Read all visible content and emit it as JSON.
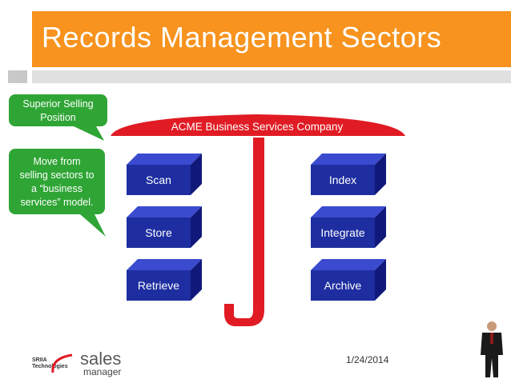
{
  "title": "Records Management Sectors",
  "callouts": [
    {
      "text_lines": [
        "Superior Selling",
        "Position"
      ]
    },
    {
      "text_lines": [
        "Move from",
        "selling sectors to",
        "a “business",
        "services” model."
      ]
    }
  ],
  "umbrella_label": "ACME Business Services Company",
  "sectors_left": [
    "Scan",
    "Store",
    "Retrieve"
  ],
  "sectors_right": [
    "Index",
    "Integrate",
    "Archive"
  ],
  "date": "1/24/2014",
  "logo": {
    "brand_line1": "SRIIA",
    "brand_line2": "Technologies",
    "word1": "sales",
    "word2": "manager"
  },
  "colors": {
    "title_bar": "#f7931e",
    "callout": "#2fa535",
    "umbrella": "#e01b24",
    "box": "#1e2ea0"
  }
}
